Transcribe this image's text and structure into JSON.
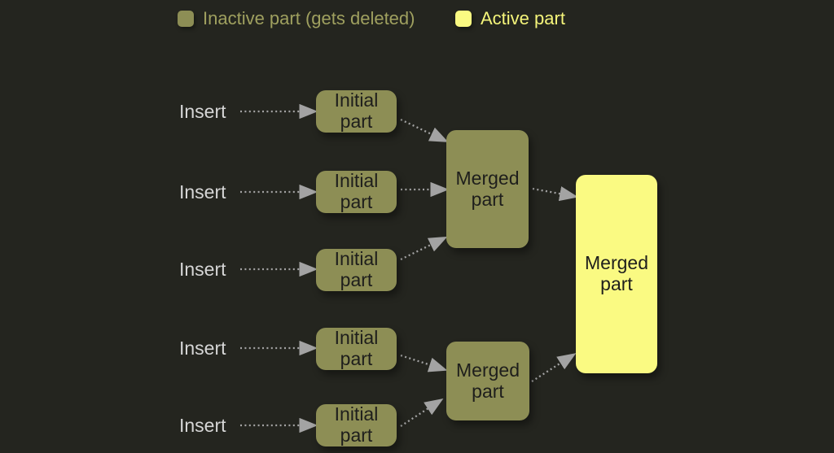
{
  "legend": {
    "inactive_label": "Inactive part (gets deleted)",
    "active_label": "Active part"
  },
  "colors": {
    "background": "#24251f",
    "inactive": "#8d8e55",
    "active": "#fafa82",
    "inactive_text": "#9fa05f",
    "active_text": "#f5f57a",
    "insert_text": "#d6d6d6",
    "node_text": "#1e1e1c",
    "arrow": "#a3a3a3"
  },
  "diagram": {
    "inserts": [
      "Insert",
      "Insert",
      "Insert",
      "Insert",
      "Insert"
    ],
    "initial_parts": [
      "Initial part",
      "Initial part",
      "Initial part",
      "Initial part",
      "Initial part"
    ],
    "merged_top_label": "Merged part",
    "merged_bottom_label": "Merged part",
    "final_label": "Merged part"
  }
}
